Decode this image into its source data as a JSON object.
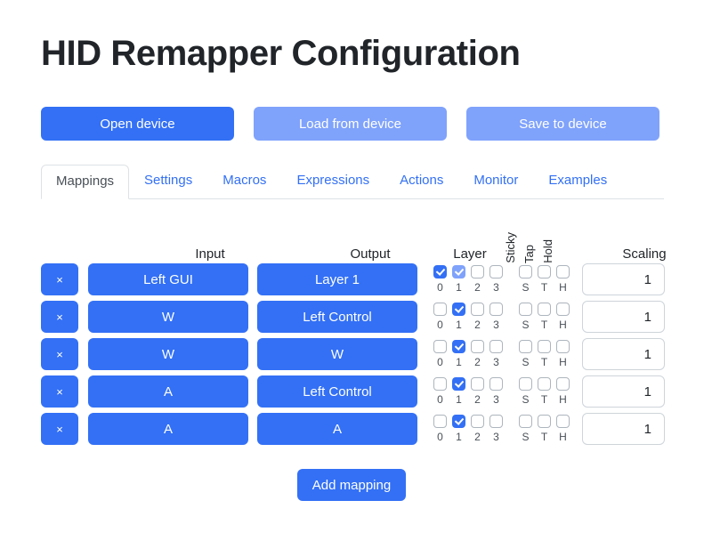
{
  "page": {
    "title": "HID Remapper Configuration",
    "accent_color": "#3370f5",
    "accent_muted_color": "#7fa2fb"
  },
  "toolbar": {
    "buttons": [
      {
        "label": "Open device",
        "state": "enabled"
      },
      {
        "label": "Load from device",
        "state": "disabled"
      },
      {
        "label": "Save to device",
        "state": "disabled"
      }
    ]
  },
  "tabs": {
    "active": "Mappings",
    "items": [
      {
        "label": "Mappings"
      },
      {
        "label": "Settings"
      },
      {
        "label": "Macros"
      },
      {
        "label": "Expressions"
      },
      {
        "label": "Actions"
      },
      {
        "label": "Monitor"
      },
      {
        "label": "Examples"
      }
    ]
  },
  "table": {
    "headers": {
      "input": "Input",
      "output": "Output",
      "layer": "Layer",
      "sticky": "Sticky",
      "tap": "Tap",
      "hold": "Hold",
      "scaling": "Scaling"
    },
    "layer_labels": [
      "0",
      "1",
      "2",
      "3"
    ],
    "flag_labels": [
      "S",
      "T",
      "H"
    ],
    "delete_icon": "×",
    "rows": [
      {
        "delete_label": "×",
        "input": "Left GUI",
        "output": "Layer 1",
        "layers": [
          {
            "checked": true,
            "muted": false
          },
          {
            "checked": true,
            "muted": true
          },
          {
            "checked": false,
            "muted": false
          },
          {
            "checked": false,
            "muted": false
          }
        ],
        "flags": [
          {
            "checked": false
          },
          {
            "checked": false
          },
          {
            "checked": false
          }
        ],
        "scaling": "1"
      },
      {
        "delete_label": "×",
        "input": "W",
        "output": "Left Control",
        "layers": [
          {
            "checked": false,
            "muted": false
          },
          {
            "checked": true,
            "muted": false
          },
          {
            "checked": false,
            "muted": false
          },
          {
            "checked": false,
            "muted": false
          }
        ],
        "flags": [
          {
            "checked": false
          },
          {
            "checked": false
          },
          {
            "checked": false
          }
        ],
        "scaling": "1"
      },
      {
        "delete_label": "×",
        "input": "W",
        "output": "W",
        "layers": [
          {
            "checked": false,
            "muted": false
          },
          {
            "checked": true,
            "muted": false
          },
          {
            "checked": false,
            "muted": false
          },
          {
            "checked": false,
            "muted": false
          }
        ],
        "flags": [
          {
            "checked": false
          },
          {
            "checked": false
          },
          {
            "checked": false
          }
        ],
        "scaling": "1"
      },
      {
        "delete_label": "×",
        "input": "A",
        "output": "Left Control",
        "layers": [
          {
            "checked": false,
            "muted": false
          },
          {
            "checked": true,
            "muted": false
          },
          {
            "checked": false,
            "muted": false
          },
          {
            "checked": false,
            "muted": false
          }
        ],
        "flags": [
          {
            "checked": false
          },
          {
            "checked": false
          },
          {
            "checked": false
          }
        ],
        "scaling": "1"
      },
      {
        "delete_label": "×",
        "input": "A",
        "output": "A",
        "layers": [
          {
            "checked": false,
            "muted": false
          },
          {
            "checked": true,
            "muted": false
          },
          {
            "checked": false,
            "muted": false
          },
          {
            "checked": false,
            "muted": false
          }
        ],
        "flags": [
          {
            "checked": false
          },
          {
            "checked": false
          },
          {
            "checked": false
          }
        ],
        "scaling": "1"
      }
    ]
  },
  "footer": {
    "add_mapping_label": "Add mapping"
  }
}
